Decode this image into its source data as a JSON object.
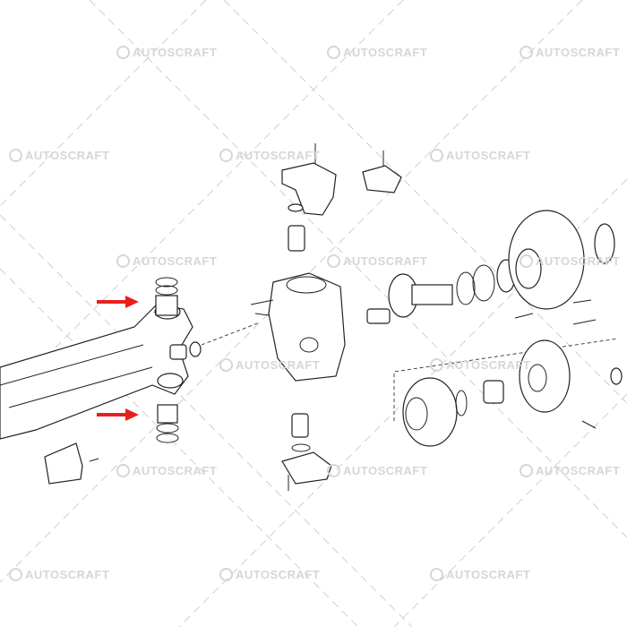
{
  "watermark": {
    "text": "AUTOSCRAFT",
    "color": "#d6d6d6"
  },
  "arrows": {
    "color": "#e8201c",
    "count": 2
  },
  "parts": [
    "axle-beam",
    "bushings",
    "steering-knuckle",
    "steering-arm",
    "hub-carrier",
    "wheel-hub",
    "planetary-drum",
    "planet-carrier"
  ]
}
